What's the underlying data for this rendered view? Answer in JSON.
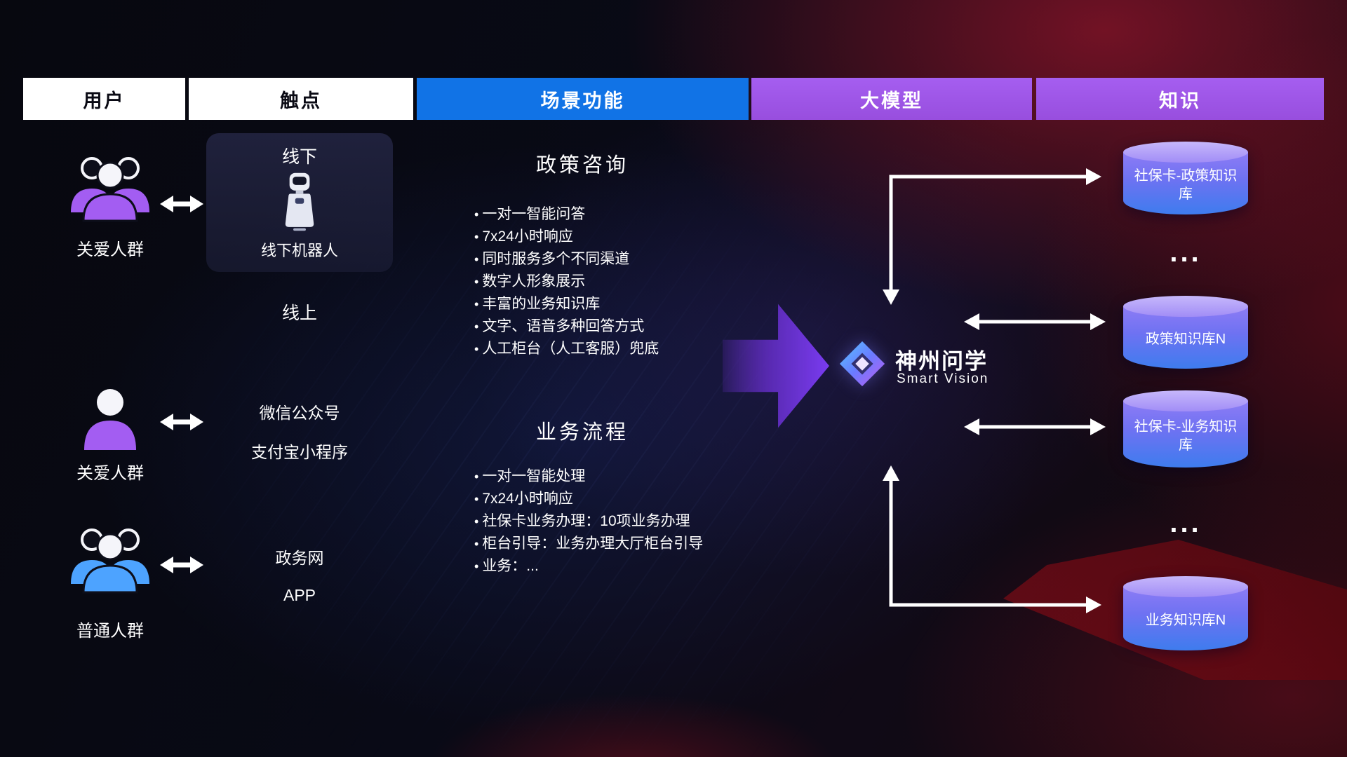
{
  "colors": {
    "header_blue": "#1173e6",
    "header_purple": "#a55ef0",
    "header_white": "#ffffff",
    "accent_purple": "#a35df2",
    "accent_blue": "#4da3ff",
    "arrow_purple": "#7a3cf0",
    "db_top": "#b3a3f6",
    "db_body_bottom": "#3e7cee",
    "connector_white": "#ffffff"
  },
  "header": {
    "columns": [
      {
        "label": "用户"
      },
      {
        "label": "触点"
      },
      {
        "label": "场景功能"
      },
      {
        "label": "大模型"
      },
      {
        "label": "知识"
      }
    ]
  },
  "users": [
    {
      "label": "关爱人群",
      "icon": "group-purple"
    },
    {
      "label": "关爱人群",
      "icon": "person-purple"
    },
    {
      "label": "普通人群",
      "icon": "group-blue"
    }
  ],
  "touchpoints": {
    "offline_title": "线下",
    "offline_robot": "线下机器人",
    "online_title": "线上",
    "channels": [
      "微信公众号",
      "支付宝小程序",
      "政务网",
      "APP"
    ]
  },
  "scenarios": [
    {
      "title": "政策咨询",
      "items": [
        "一对一智能问答",
        "7x24小时响应",
        "同时服务多个不同渠道",
        "数字人形象展示",
        "丰富的业务知识库",
        "文字、语音多种回答方式",
        "人工柜台（人工客服）兜底"
      ]
    },
    {
      "title": "业务流程",
      "items": [
        "一对一智能处理",
        "7x24小时响应",
        "社保卡业务办理：10项业务办理",
        "柜台引导：业务办理大厅柜台引导",
        "业务：..."
      ]
    }
  ],
  "model": {
    "name": "神州问学",
    "subtitle": "Smart Vision"
  },
  "knowledge": {
    "db1": "社保卡-政策知识库",
    "ellipsis1": "...",
    "db2": "政策知识库N",
    "db3": "社保卡-业务知识库",
    "ellipsis2": "...",
    "db4": "业务知识库N"
  }
}
